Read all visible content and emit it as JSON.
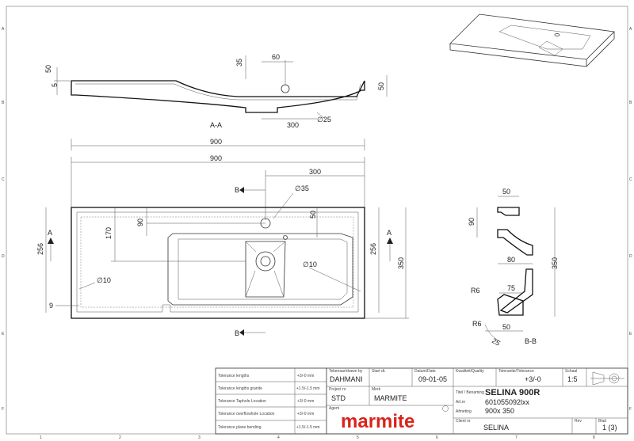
{
  "border": {
    "row_letters": [
      "A",
      "B",
      "C",
      "D",
      "E",
      "F"
    ],
    "col_numbers": [
      "1",
      "2",
      "3",
      "4",
      "5",
      "6",
      "7",
      "8"
    ]
  },
  "section_aa": {
    "label": "A-A",
    "dims": {
      "d50_left": "50",
      "d5": "5",
      "d35": "35",
      "d60": "60",
      "d50_right": "50",
      "d300": "300",
      "d25": "∅25",
      "d900": "900"
    }
  },
  "plan": {
    "dims": {
      "d900": "900",
      "d300": "300",
      "d35": "∅35",
      "d90": "90",
      "d50": "50",
      "d170": "170",
      "d256_left": "256",
      "d256_right": "256",
      "d350": "350",
      "d10_left": "∅10",
      "d10_right": "∅10",
      "d9": "9"
    },
    "markers": {
      "b_top": "B",
      "b_bottom": "B",
      "a_left": "A",
      "a_right": "A"
    }
  },
  "section_bb": {
    "label": "B-B",
    "dims": {
      "d50_top": "50",
      "d90": "90",
      "d80": "80",
      "d350": "350",
      "r6_top": "R6",
      "d75": "75",
      "r6_bottom": "R6",
      "d50_bottom": "50",
      "d25": "25"
    }
  },
  "title_block": {
    "tolerances": [
      {
        "label": "Tolerance lengths",
        "value": "+3/-0 mm"
      },
      {
        "label": "Tolerance lengths granite",
        "value": "+1.5/-1.5 mm"
      },
      {
        "label": "Tolerance Taphole Location",
        "value": "+3/-0 mm"
      },
      {
        "label": "Tolerance overflowhole Location",
        "value": "+3/-0 mm"
      },
      {
        "label": "Tolerance plane bending",
        "value": "+1.5/-1.5 mm"
      }
    ],
    "captions": {
      "drawn_by": "Tekenaar/drawn by",
      "drawn_by_value": "DAHMANI",
      "start": "Start dt.",
      "start_value": "",
      "date": "Datum/Date",
      "date_value": "09-01-05",
      "quality": "Kwaliteit/Quality",
      "quality_value": "",
      "tolerance": "Tolerantie/Tolerance",
      "tolerance_value": "+3/-0",
      "scale": "Schaal",
      "scale_value": "1:5",
      "project": "Project nr",
      "project_value": "STD",
      "brand": "Merk",
      "brand_value": "MARMITE",
      "title": "Titel / Benaming",
      "title_value": "SELINA 900R",
      "article": "Art.nr",
      "article_value": "601055092lxx",
      "dimensions": "Afmeting",
      "dimensions_value": "900x 350",
      "agent": "Agent",
      "client": "Client nr",
      "client_value": "SELINA",
      "rev": "Rev",
      "sheet": "Blad",
      "sheet_value": "1 (3)"
    },
    "logo_text": "marmite"
  }
}
